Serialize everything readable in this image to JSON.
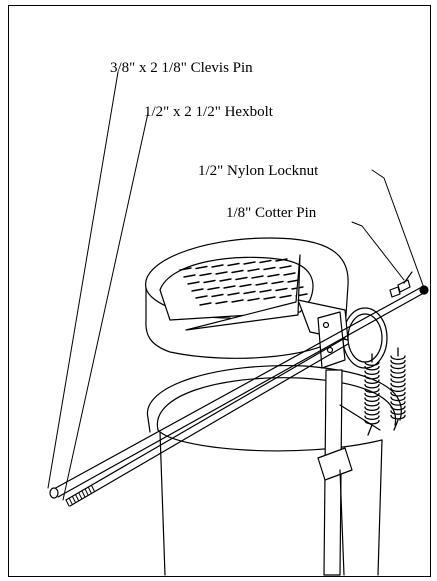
{
  "callouts": [
    {
      "id": "clevis-pin",
      "text": "3/8\" x 2 1/8\" Clevis Pin"
    },
    {
      "id": "hexbolt",
      "text": "1/2\" x 2 1/2\" Hexbolt"
    },
    {
      "id": "nylon-locknut",
      "text": "1/2\" Nylon Locknut"
    },
    {
      "id": "cotter-pin",
      "text": "1/8\" Cotter Pin"
    }
  ]
}
